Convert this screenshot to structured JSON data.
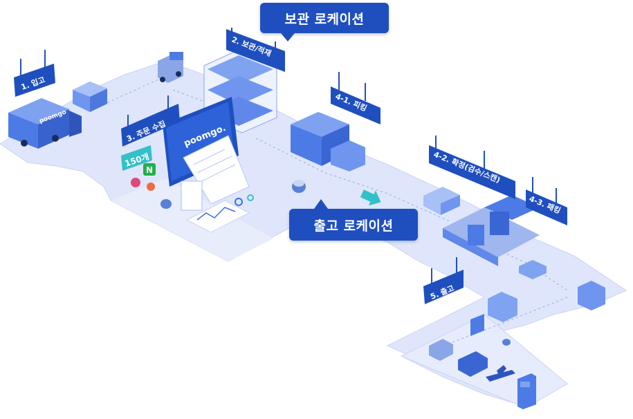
{
  "callouts": {
    "storage_location": "보관 로케이션",
    "outbound_location": "출고 로케이션"
  },
  "stages": {
    "inbound": "1. 입고",
    "storage": "2. 보관/적재",
    "order_collect": "3. 주문 수집",
    "picking": "4-1. 피킹",
    "confirm": "4-2. 확정(검수/스캔)",
    "packing": "4-3. 패킹",
    "shipping": "5. 출고"
  },
  "brand": {
    "truck_logo": "poomgo",
    "monitor_logo": "poomgo."
  },
  "order_count": "150개",
  "channel_badge": "N",
  "colors": {
    "floor": "#dfe6fb",
    "floor_edge": "#c9d3f3",
    "brand_blue": "#1f4fbf",
    "accent": "#3a6ee8",
    "arrow": "#33c0c8"
  },
  "icons": [
    "forklift-icon",
    "truck-icon",
    "airplane-icon",
    "robot-icon",
    "conveyor-icon",
    "arrow-icon"
  ]
}
